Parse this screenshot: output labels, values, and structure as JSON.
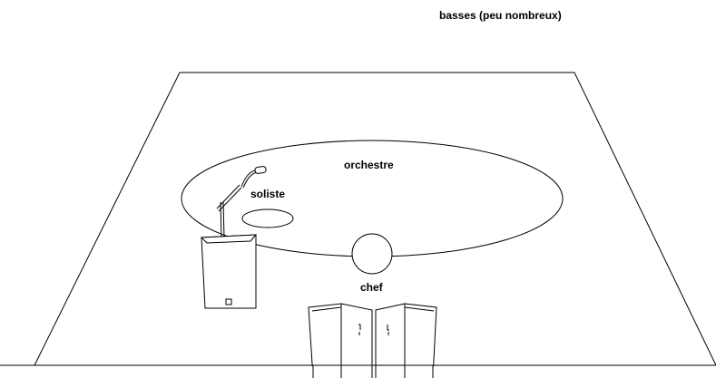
{
  "labels": {
    "basses": "basses (peu nombreux)",
    "orchestre": "orchestre",
    "soliste": "soliste",
    "chef": "chef"
  },
  "colors": {
    "line": "#000000",
    "background": "#ffffff"
  }
}
